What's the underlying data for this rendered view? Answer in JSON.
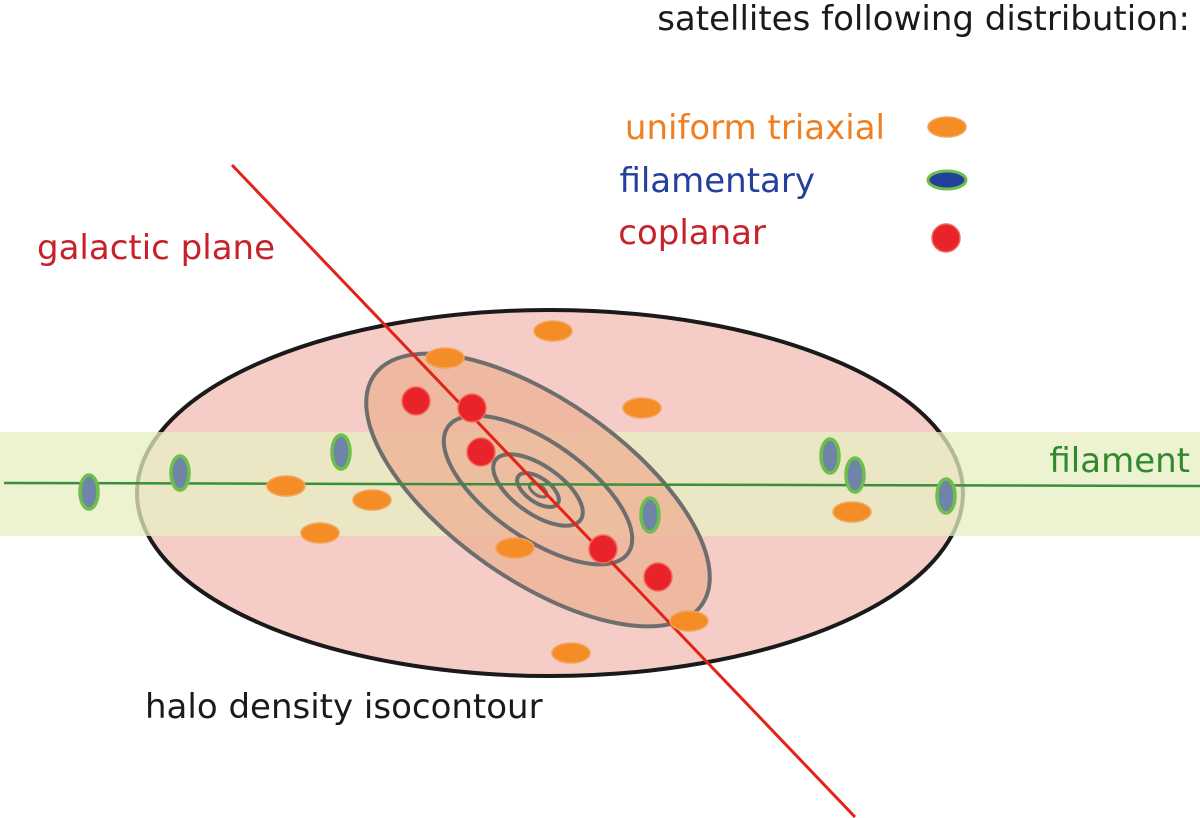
{
  "legend": {
    "title": "satellites following distribution:",
    "items": [
      {
        "label": "uniform triaxial",
        "color": "#f07f22",
        "marker": "orange-ellipse"
      },
      {
        "label": "filamentary",
        "color": "#24409a",
        "marker": "blue-ellipse-green-outline"
      },
      {
        "label": "coplanar",
        "color": "#c7222a",
        "marker": "red-circle"
      }
    ]
  },
  "labels": {
    "galactic_plane": "galactic plane",
    "filament": "filament",
    "halo_contour": "halo density isocontour"
  },
  "colors": {
    "halo_fill": "#f6cdc6",
    "inner_contour_fill": "#eeb396",
    "filament_band": "#e7eec2",
    "filament_line": "#3b8f3b",
    "plane_line": "#e2231a",
    "orange_sat": "#f58d26",
    "blue_sat": "#6f84a6",
    "green_outline": "#6cbf4a",
    "red_sat": "#e8232a",
    "contour_stroke": "#6e6e6e",
    "halo_stroke": "#1a1a1a",
    "legend_title": "#1a1a1a",
    "galactic_plane_text": "#c7222a",
    "filament_text": "#2f8a2f",
    "halo_text": "#1a1a1a"
  }
}
